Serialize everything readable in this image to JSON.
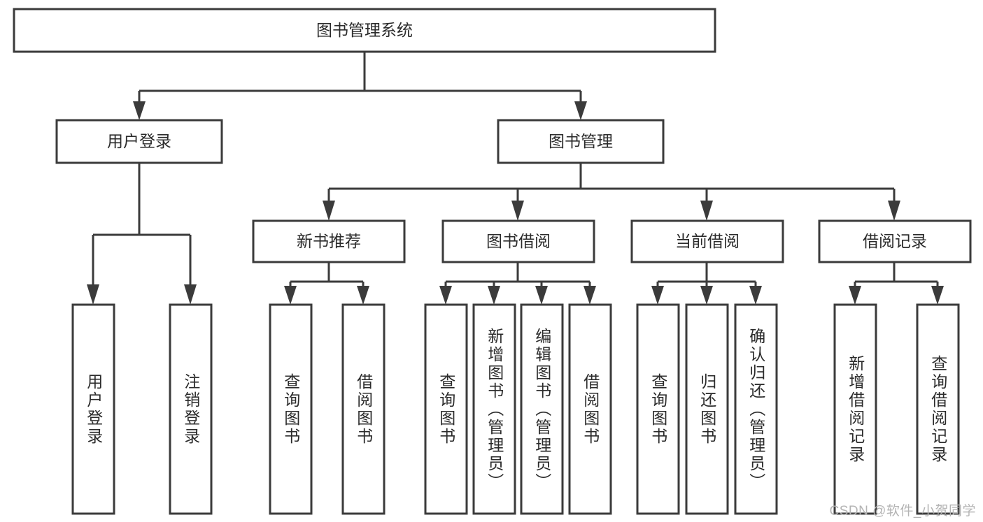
{
  "diagram": {
    "type": "tree-hierarchy-chart",
    "title": "图书管理系统",
    "watermark": "CSDN @软件_小贺同学",
    "colors": {
      "stroke": "#3b3b3b",
      "fill": "#ffffff",
      "text": "#2b2b2b",
      "watermark": "#b4b4b4"
    },
    "root": {
      "label": "图书管理系统"
    },
    "level2": [
      {
        "label": "用户登录"
      },
      {
        "label": "图书管理"
      }
    ],
    "level3": [
      {
        "label": "新书推荐"
      },
      {
        "label": "图书借阅"
      },
      {
        "label": "当前借阅"
      },
      {
        "label": "借阅记录"
      }
    ],
    "leaves": {
      "user_login": [
        {
          "label": "用户登录"
        },
        {
          "label": "注销登录"
        }
      ],
      "new_book_recommend": [
        {
          "label": "查询图书"
        },
        {
          "label": "借阅图书"
        }
      ],
      "book_borrow": [
        {
          "label": "查询图书"
        },
        {
          "label": "新增图书（管理员）"
        },
        {
          "label": "编辑图书（管理员）"
        },
        {
          "label": "借阅图书"
        }
      ],
      "current_borrow": [
        {
          "label": "查询图书"
        },
        {
          "label": "归还图书"
        },
        {
          "label": "确认归还（管理员）"
        }
      ],
      "borrow_record": [
        {
          "label": "新增借阅记录"
        },
        {
          "label": "查询借阅记录"
        }
      ]
    }
  }
}
